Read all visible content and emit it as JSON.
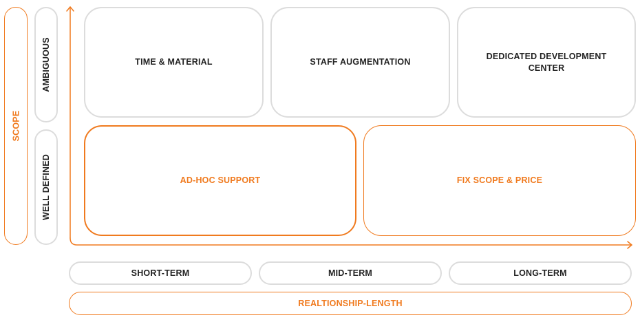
{
  "scope_axis": {
    "title": "SCOPE",
    "levels": [
      "AMBIGUOUS",
      "WELL DEFINED"
    ]
  },
  "length_axis": {
    "title": "REALTIONSHIP-LENGTH",
    "levels": [
      "SHORT-TERM",
      "MID-TERM",
      "LONG-TERM"
    ]
  },
  "models": {
    "time_material": "TIME & MATERIAL",
    "staff_augmentation": "STAFF AUGMENTATION",
    "dedicated_center": "DEDICATED DEVELOPMENT CENTER",
    "adhoc_support": "AD-HOC SUPPORT",
    "fix_scope_price": "FIX SCOPE & PRICE"
  },
  "colors": {
    "accent": "#f07a1e",
    "border_gray": "#dcdcdc",
    "text": "#222222"
  }
}
